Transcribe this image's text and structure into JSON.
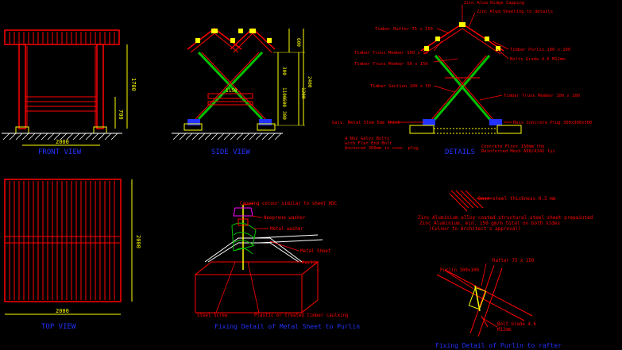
{
  "colors": {
    "background": "#000000",
    "red": "#ff0000",
    "green": "#00c000",
    "yellow": "#ffff00",
    "blue": "#2233ff",
    "white": "#ffffff",
    "magenta": "#ff00ff"
  },
  "titles": {
    "front": "FRONT VIEW",
    "side": "SIDE VIEW",
    "details": "DETAILS",
    "top": "TOP VIEW",
    "fixing_sheet": "Fixing Detail of Metal Sheet to Purlin",
    "fixing_purlin": "Fixing Detail of Purlin to rafter"
  },
  "dims": {
    "front_width": "2000",
    "front_height": "1700",
    "front_lower": "700",
    "top_width": "2000",
    "top_height": "2000",
    "side_a": "600",
    "side_b": "300",
    "side_c": "1100",
    "side_d": "2400",
    "side_e": "1200",
    "side_f": "300",
    "side_g": "600",
    "side_mid": "1150"
  },
  "details_labels": {
    "capping": "Zinc Alum Ridge Capping",
    "sheeting": "Zinc Alum Sheeting to details",
    "rafter": "Timber Rafter 75 x 150",
    "purlin": "Timber Purlin 100 x 100",
    "truss_a": "Timber Truss Member 100 x 50",
    "bolts": "Bolts Grade 4.6 M12mm",
    "truss_b": "Timber Truss Member 50 x 150",
    "section": "Timber Section 100 x 50",
    "truss_c": "Timber Truss Member 100 x 100",
    "stem": "Galv. Metal Stem 5mm thick",
    "plug": "Mass Concrete Plug 300x300x300",
    "anchor_a": "4 Nos Galvs Bolts",
    "anchor_b": "with Flat End Bolt",
    "anchor_c": "Anchored 300mm in conc. plug",
    "floor_a": "Concrete Floor 150mm thk",
    "floor_b": "Reinforced Mesh A98/A142 fyi"
  },
  "sheet_labels": {
    "capping": "Capping colour similar to sheet HDC",
    "washer_neo": "Neoprene washer",
    "washer_metal": "Metal washer",
    "metal_sheet": "Metal Sheet",
    "purlin": "Purlin",
    "screw": "Steel Screw",
    "caulking": "Plastic or treated timber caulking"
  },
  "spec_labels": {
    "base_steel": "Base steel thickness 0.5 mm",
    "line1": "Zinc Aluminium alloy coated structural steel sheet prepainted",
    "line2": "Zinc Aluminium, min. 150 gm/m total on both sides",
    "line3": "(Colour to Architect's approval)"
  },
  "purlin_labels": {
    "purlin": "Purlin 100x100",
    "rafter": "Rafter 75 x 150",
    "bolt_a": "Bolt Grade 4.6",
    "bolt_b": "M12mm"
  }
}
